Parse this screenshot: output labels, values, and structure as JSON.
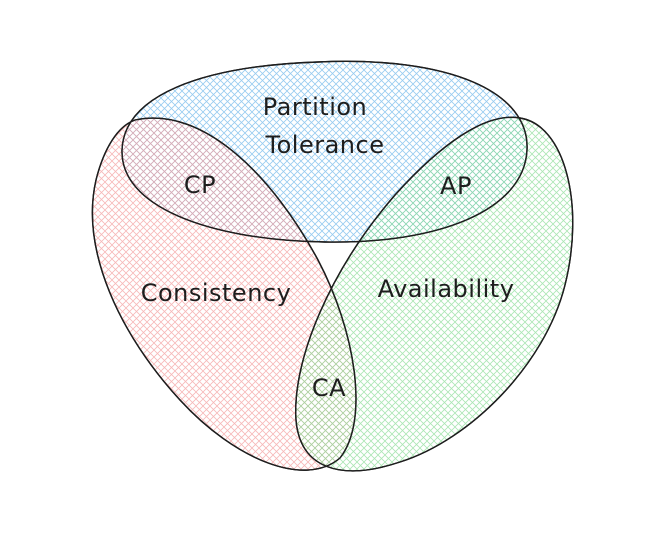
{
  "colors": {
    "partition": "#a5d8ff",
    "consistency": "#ffc9c9",
    "availability": "#b2f2bb",
    "stroke": "#1e1e1e",
    "text": "#1e1e1e",
    "background": "#ffffff"
  },
  "sets": {
    "partition": {
      "line1": "Partition",
      "line2": "Tolerance"
    },
    "consistency": {
      "label": "Consistency"
    },
    "availability": {
      "label": "Availability"
    }
  },
  "intersections": {
    "cp": "CP",
    "ap": "AP",
    "ca": "CA"
  }
}
